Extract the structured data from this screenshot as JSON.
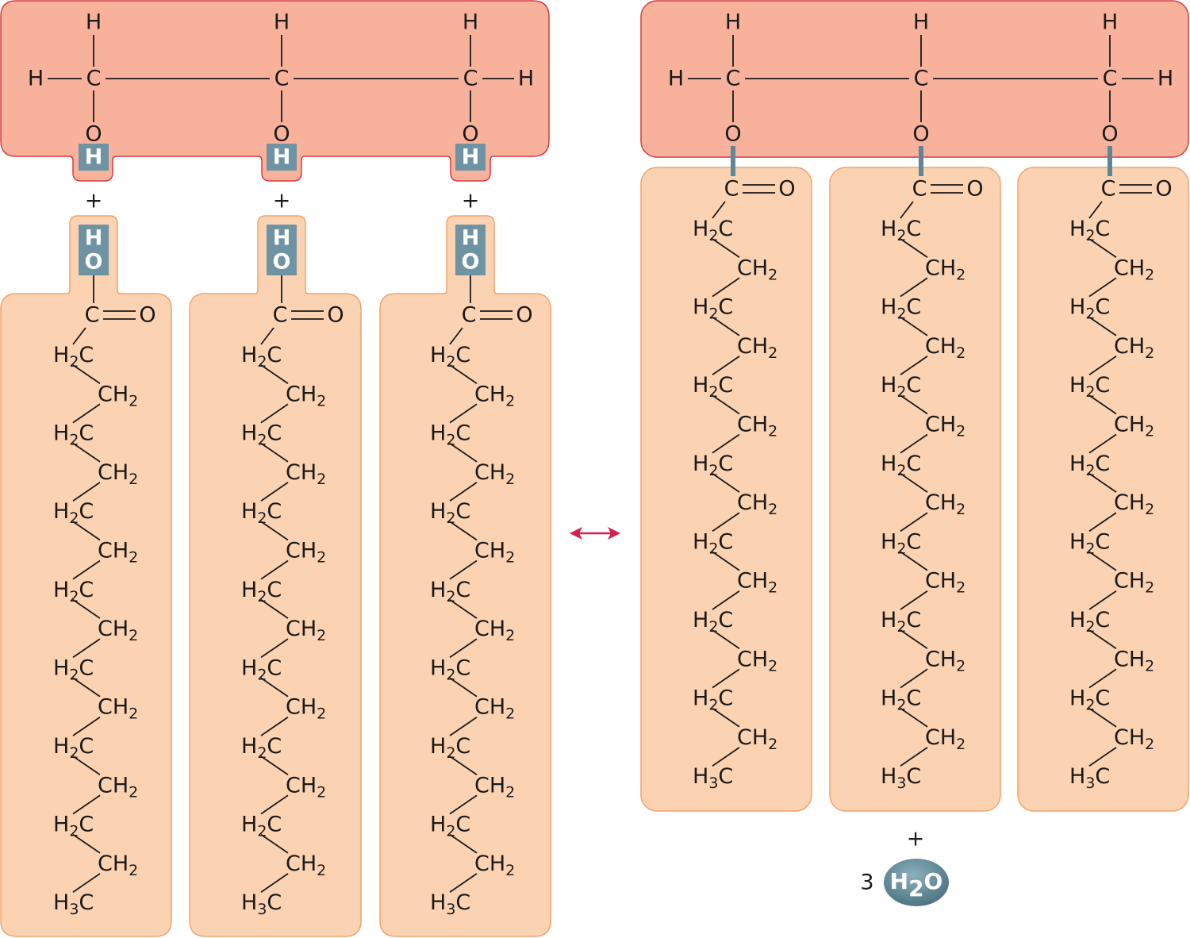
{
  "reactants": {
    "glycerol": {
      "carbons": [
        "C",
        "C",
        "C"
      ],
      "top_hydrogens": [
        "H",
        "H",
        "H"
      ],
      "end_hydrogens": [
        "H",
        "H"
      ],
      "oxygens": [
        "O",
        "O",
        "O"
      ],
      "hydroxyl_hydrogens": [
        "H",
        "H",
        "H"
      ]
    },
    "plus_signs": [
      "+",
      "+",
      "+"
    ],
    "fatty_acids": [
      {
        "hydroxyl": [
          "H",
          "O"
        ],
        "carbonyl": [
          "C",
          "O"
        ],
        "chain": [
          "H2C",
          "CH2",
          "H2C",
          "CH2",
          "H2C",
          "CH2",
          "H2C",
          "CH2",
          "H2C",
          "CH2",
          "H2C",
          "CH2",
          "H2C",
          "CH2",
          "H3C"
        ]
      },
      {
        "hydroxyl": [
          "H",
          "O"
        ],
        "carbonyl": [
          "C",
          "O"
        ],
        "chain": [
          "H2C",
          "CH2",
          "H2C",
          "CH2",
          "H2C",
          "CH2",
          "H2C",
          "CH2",
          "H2C",
          "CH2",
          "H2C",
          "CH2",
          "H2C",
          "CH2",
          "H3C"
        ]
      },
      {
        "hydroxyl": [
          "H",
          "O"
        ],
        "carbonyl": [
          "C",
          "O"
        ],
        "chain": [
          "H2C",
          "CH2",
          "H2C",
          "CH2",
          "H2C",
          "CH2",
          "H2C",
          "CH2",
          "H2C",
          "CH2",
          "H2C",
          "CH2",
          "H2C",
          "CH2",
          "H3C"
        ]
      }
    ]
  },
  "products": {
    "glycerol": {
      "carbons": [
        "C",
        "C",
        "C"
      ],
      "top_hydrogens": [
        "H",
        "H",
        "H"
      ],
      "end_hydrogens": [
        "H",
        "H"
      ],
      "oxygens": [
        "O",
        "O",
        "O"
      ]
    },
    "fatty_chains": [
      {
        "carbonyl": [
          "C",
          "O"
        ],
        "chain": [
          "H2C",
          "CH2",
          "H2C",
          "CH2",
          "H2C",
          "CH2",
          "H2C",
          "CH2",
          "H2C",
          "CH2",
          "H2C",
          "CH2",
          "H2C",
          "CH2",
          "H3C"
        ]
      },
      {
        "carbonyl": [
          "C",
          "O"
        ],
        "chain": [
          "H2C",
          "CH2",
          "H2C",
          "CH2",
          "H2C",
          "CH2",
          "H2C",
          "CH2",
          "H2C",
          "CH2",
          "H2C",
          "CH2",
          "H2C",
          "CH2",
          "H3C"
        ]
      },
      {
        "carbonyl": [
          "C",
          "O"
        ],
        "chain": [
          "H2C",
          "CH2",
          "H2C",
          "CH2",
          "H2C",
          "CH2",
          "H2C",
          "CH2",
          "H2C",
          "CH2",
          "H2C",
          "CH2",
          "H2C",
          "CH2",
          "H3C"
        ]
      }
    ],
    "byproduct": {
      "plus": "+",
      "coefficient": "3",
      "formula": "H2O"
    }
  },
  "colors": {
    "glycerol_fill": "#f8b29b",
    "glycerol_border": "#d93a3e",
    "fatty_acid_fill": "#fcd3b2",
    "fatty_acid_border": "#f0a36b",
    "highlight_box": "#6e93a2",
    "water_molecule": "#5b8190",
    "equilibrium_arrow": "#d4204e"
  },
  "equilibrium_arrow": "double-headed"
}
